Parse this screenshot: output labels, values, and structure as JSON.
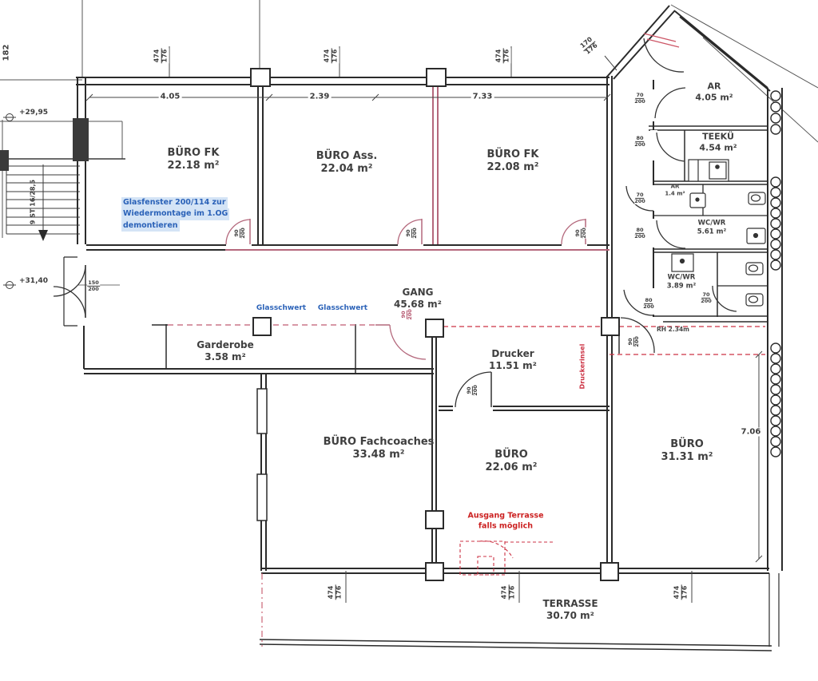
{
  "rooms": [
    {
      "name": "BÜRO FK",
      "area": "22.18 m²"
    },
    {
      "name": "BÜRO Ass.",
      "area": "22.04 m²"
    },
    {
      "name": "BÜRO FK",
      "area": "22.08 m²"
    },
    {
      "name": "AR",
      "area": "4.05 m²"
    },
    {
      "name": "TEEKÜ",
      "area": "4.54 m²"
    },
    {
      "name": "AR",
      "area": "1.4 m²"
    },
    {
      "name": "WC/WR",
      "area": "5.61 m²"
    },
    {
      "name": "WC/WR",
      "area": "3.89 m²"
    },
    {
      "name": "GANG",
      "area": "45.68 m²"
    },
    {
      "name": "Garderobe",
      "area": "3.58 m²"
    },
    {
      "name": "Drucker",
      "area": "11.51 m²"
    },
    {
      "name": "BÜRO Fachcoaches",
      "area": "33.48 m²"
    },
    {
      "name": "BÜRO",
      "area": "22.06 m²"
    },
    {
      "name": "BÜRO",
      "area": "31.31 m²"
    },
    {
      "name": "TERRASSE",
      "area": "30.70 m²"
    }
  ],
  "annotations": {
    "glass_note_1": "Glasfenster 200/114 zur",
    "glass_note_2": "Wiedermontage im 1.OG",
    "glass_note_3": "demontieren",
    "glasschwert_left": "Glasschwert",
    "glasschwert_right": "Glasschwert",
    "ausgang_1": "Ausgang Terrasse",
    "ausgang_2": "falls möglich",
    "druckerinsel": "Druckerinsel",
    "rh_note": "RH 2.34m"
  },
  "dims": {
    "width_1": "4.05",
    "width_2": "2.39",
    "width_3": "7.33",
    "win_w": "474",
    "win_h": "176",
    "entry_w": "170",
    "entry_h": "176",
    "right_height": "7.06",
    "left_width": "182",
    "stair_note": "9 ST 16/28,5",
    "level_upper": "+29,95",
    "level_lower": "+31,40",
    "door150_w": "150",
    "door150_h": "200",
    "door90_w": "90",
    "door90_h": "200",
    "door70_w": "70",
    "door70_h": "200",
    "door80_w": "80",
    "door80_h": "200"
  }
}
